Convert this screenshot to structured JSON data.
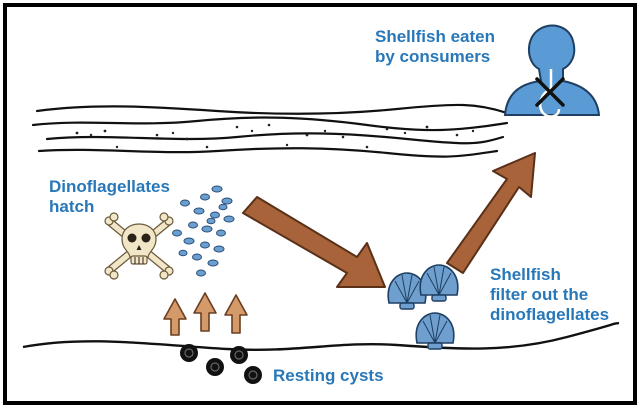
{
  "labels": {
    "shellfish_eaten": [
      "Shellfish eaten",
      "by consumers"
    ],
    "dinoflagellates_hatch": [
      "Dinoflagellates",
      "hatch"
    ],
    "shellfish_filter": [
      "Shellfish",
      "filter out the",
      "dinoflagellates"
    ],
    "resting_cysts": "Resting cysts"
  },
  "icons": {
    "toxic": "skull-and-crossbones-icon",
    "consumer": "human-torso-icon",
    "shellfish": "scallop-shell-icon"
  },
  "colors": {
    "label": "#2878b9",
    "arrow": "#a8633a",
    "small_arrow": "#d49a6a",
    "body": "#5b9bd5",
    "dinoflagellate": "#6a9fd0",
    "cyst": "#111111",
    "shell": "#6f9fcf"
  }
}
